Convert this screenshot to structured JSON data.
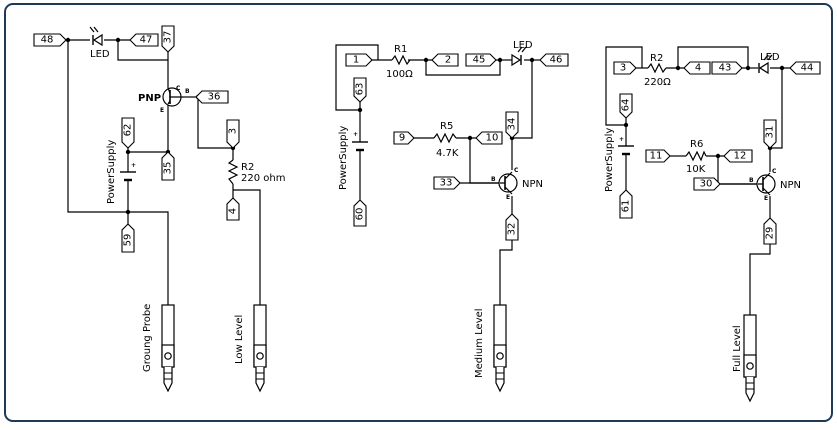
{
  "circuit_left": {
    "labels": {
      "led": "LED",
      "transistor": "PNP",
      "supply": "PowerSupply",
      "resistor_ref": "R2",
      "resistor_value": "220 ohm",
      "probe_ground": "Groung Probe",
      "probe_low": "Low Level"
    },
    "tags": {
      "t48": "48",
      "t47": "47",
      "t37": "37",
      "t36": "36",
      "t62": "62",
      "t35": "35",
      "t3": "3",
      "t4": "4",
      "t59": "59"
    }
  },
  "circuit_middle": {
    "labels": {
      "r1_ref": "R1",
      "r1_value": "100Ω",
      "led": "LED",
      "supply": "PowerSupply",
      "r5_ref": "R5",
      "r5_value": "4.7K",
      "transistor": "NPN",
      "probe_medium": "Medium Level"
    },
    "tags": {
      "t1": "1",
      "t2": "2",
      "t45": "45",
      "t46": "46",
      "t63": "63",
      "t9": "9",
      "t10": "10",
      "t34": "34",
      "t33": "33",
      "t60": "60",
      "t32": "32"
    }
  },
  "circuit_right": {
    "labels": {
      "r2_ref": "R2",
      "r2_value": "220Ω",
      "led": "LED",
      "supply": "PowerSupply",
      "r6_ref": "R6",
      "r6_value": "10K",
      "transistor": "NPN",
      "probe_full": "Full Level"
    },
    "tags": {
      "t3": "3",
      "t4": "4",
      "t43": "43",
      "t44": "44",
      "t64": "64",
      "t11": "11",
      "t12": "12",
      "t31": "31",
      "t30": "30",
      "t61": "61",
      "t29": "29"
    }
  },
  "pin_marks": {
    "collector": "C",
    "base": "B",
    "emitter": "E",
    "plus": "+"
  },
  "colors": {
    "frame": "#1f3a55",
    "wire": "#000000"
  }
}
